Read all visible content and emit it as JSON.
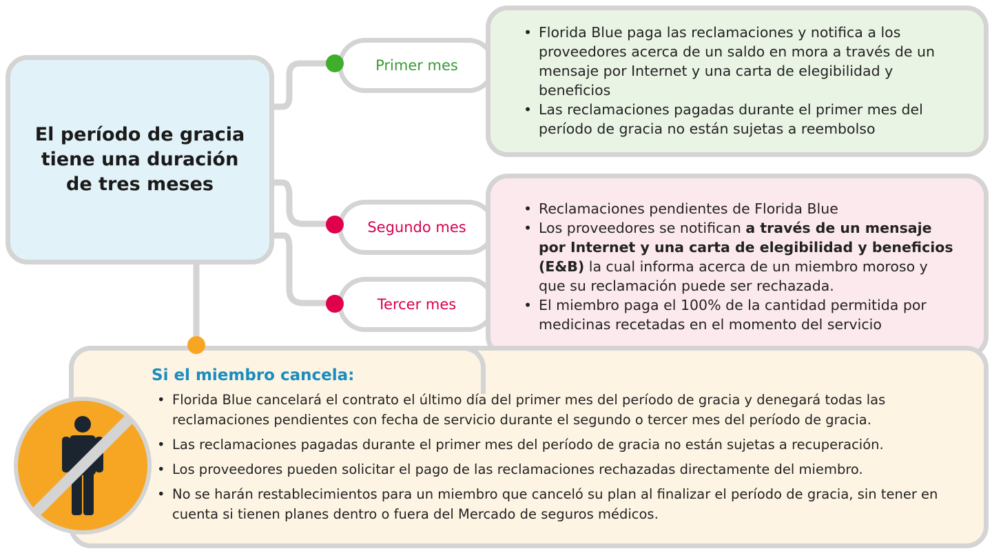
{
  "main_title": "El período de gracia tiene una duración de tres meses",
  "months": [
    {
      "label": "Primer mes",
      "color": "#3a9b35",
      "dot_color": "#3fae2a"
    },
    {
      "label": "Segundo mes",
      "color": "#d6004f",
      "dot_color": "#e0004d"
    },
    {
      "label": "Tercer mes",
      "color": "#d6004f",
      "dot_color": "#e0004d"
    }
  ],
  "first_month": {
    "bullets": [
      "Florida Blue paga las reclamaciones y notifica a los proveedores acerca de un saldo en mora a través de un mensaje por Internet y una carta de elegibilidad y beneficios",
      "Las reclamaciones pagadas durante el primer mes del período de gracia no están sujetas a reembolso"
    ]
  },
  "second_third_month": {
    "bullet1": "Reclamaciones pendientes de Florida Blue",
    "bullet2_prefix": "Los proveedores se notifican ",
    "bullet2_bold": "a través de un mensaje por Internet y una carta de elegibilidad y beneficios (E&B)",
    "bullet2_suffix": " la cual informa acerca de un miembro moroso y que su reclamación puede ser rechazada.",
    "bullet3": "El miembro paga el 100% de la cantidad permitida por medicinas recetadas en el momento del servicio"
  },
  "cancel": {
    "title": "Si el miembro cancela:",
    "bullets": [
      "Florida Blue cancelará el contrato el último día del primer mes del período de gracia y denegará todas las reclamaciones pendientes con fecha de servicio durante el segundo o tercer mes del período de gracia.",
      "Las reclamaciones pagadas durante el primer mes del período de gracia no están sujetas a recuperación.",
      "Los proveedores pueden solicitar el pago de las reclamaciones rechazadas directamente del miembro.",
      "No se harán restablecimientos para un miembro que canceló su plan al finalizar el período de gracia, sin tener en cuenta si tienen planes dentro o fuera del Mercado de seguros médicos."
    ],
    "title_color": "#1a8dbe",
    "dot_color": "#f6a623",
    "icon": "no-person-icon"
  },
  "colors": {
    "connector": "#d4d4d4",
    "main_bg": "#e1f2f8",
    "green_bg": "#eaf4e4",
    "pink_bg": "#fce9ee",
    "cancel_bg": "#fdf4e3"
  }
}
